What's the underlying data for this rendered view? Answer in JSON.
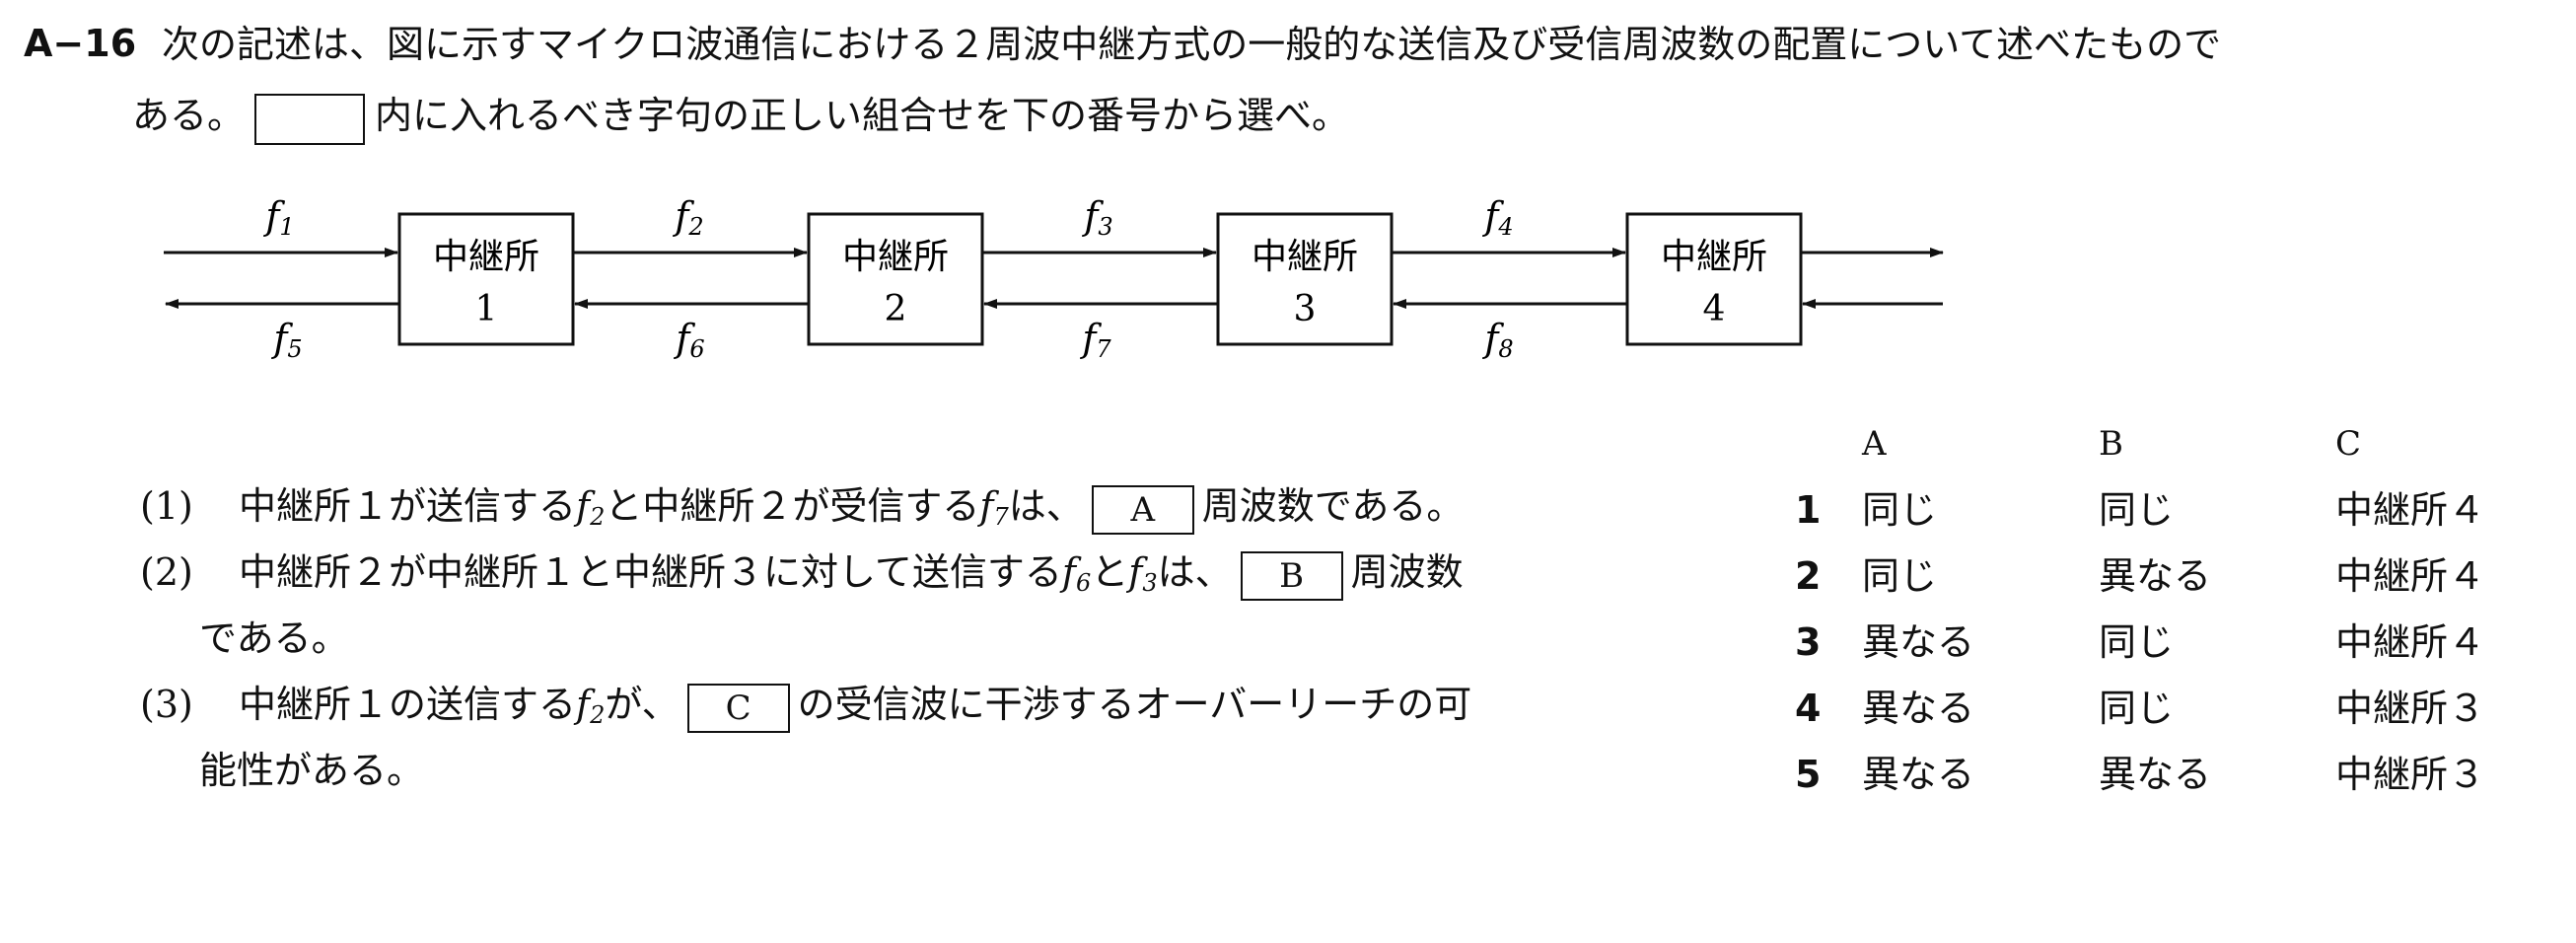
{
  "question": {
    "number": "A−16",
    "line1": "次の記述は、図に示すマイクロ波通信における２周波中継方式の一般的な送信及び受信周波数の配置について述べたもので",
    "line2_before": "ある。",
    "line2_after": "内に入れるべき字句の正しい組合せを下の番号から選べ。"
  },
  "diagram": {
    "stations": [
      {
        "name": "中継所",
        "num": "1"
      },
      {
        "name": "中継所",
        "num": "2"
      },
      {
        "name": "中継所",
        "num": "3"
      },
      {
        "name": "中継所",
        "num": "4"
      }
    ],
    "top_freqs": [
      {
        "f": "f",
        "sub": "1"
      },
      {
        "f": "f",
        "sub": "2"
      },
      {
        "f": "f",
        "sub": "3"
      },
      {
        "f": "f",
        "sub": "4"
      }
    ],
    "bottom_freqs": [
      {
        "f": "f",
        "sub": "5"
      },
      {
        "f": "f",
        "sub": "6"
      },
      {
        "f": "f",
        "sub": "7"
      },
      {
        "f": "f",
        "sub": "8"
      }
    ]
  },
  "items": {
    "i1": {
      "mark": "(1)",
      "t1": "中継所１が送信する",
      "f_a": "f",
      "sub_a": "2",
      "t2": "と中継所２が受信する",
      "f_b": "f",
      "sub_b": "7",
      "t3": "は、",
      "box": "A",
      "t4": "周波数である。"
    },
    "i2": {
      "mark": "(2)",
      "t1": "中継所２が中継所１と中継所３に対して送信する",
      "f_a": "f",
      "sub_a": "6",
      "t2": "と",
      "f_b": "f",
      "sub_b": "3",
      "t3": "は、",
      "box": "B",
      "t4": "周波数",
      "cont": "である。"
    },
    "i3": {
      "mark": "(3)",
      "t1": "中継所１の送信する",
      "f_a": "f",
      "sub_a": "2",
      "t2": "が、",
      "box": "C",
      "t3": "の受信波に干渉するオーバーリーチの可",
      "cont": "能性がある。"
    }
  },
  "options": {
    "headers": [
      "A",
      "B",
      "C"
    ],
    "rows": [
      {
        "num": "1",
        "a": "同じ",
        "b": "同じ",
        "c": "中継所４"
      },
      {
        "num": "2",
        "a": "同じ",
        "b": "異なる",
        "c": "中継所４"
      },
      {
        "num": "3",
        "a": "異なる",
        "b": "同じ",
        "c": "中継所４"
      },
      {
        "num": "4",
        "a": "異なる",
        "b": "同じ",
        "c": "中継所３"
      },
      {
        "num": "5",
        "a": "異なる",
        "b": "異なる",
        "c": "中継所３"
      }
    ]
  }
}
